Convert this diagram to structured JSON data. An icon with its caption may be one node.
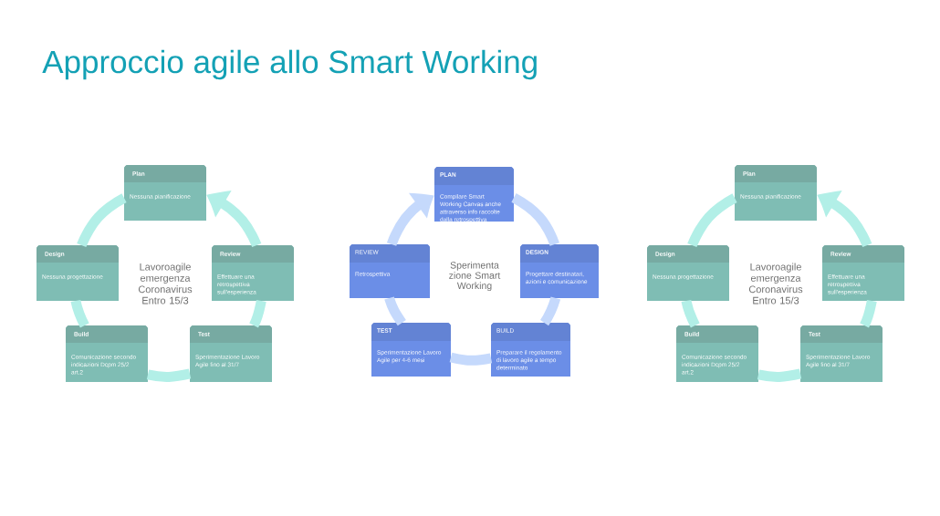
{
  "diagram": {
    "title": "Approccio agile allo Smart Working",
    "nodes": [
      {
        "text": [
          "Plan",
          "Nessuna pianificazione"
        ]
      },
      {
        "text": [
          "Design",
          "Nessuna progettazione"
        ]
      },
      {
        "text": [
          "Review",
          "Effettuare una retrospettiva sull'esperienza"
        ]
      },
      {
        "text": [
          "Build",
          "Comunicazione secondo indicazioni Dcpm 25/2 art.2"
        ]
      },
      {
        "text": [
          "Test",
          "Sperimentazione Lavoro Agile fino al 31/7"
        ]
      },
      {
        "text": [
          "PLAN",
          "Compilare Smart Working Canvas anche attraverso info raccolte dalla retrospettiva"
        ]
      },
      {
        "text": [
          "REVIEW",
          "Retrospettiva"
        ]
      },
      {
        "text": [
          "DESIGN",
          "Progettare destinatari, azioni e comunicazione"
        ]
      },
      {
        "text": [
          "TEST",
          "Sperimentazione Lavoro Agile per 4-6 mesi"
        ]
      },
      {
        "text": [
          "BUILD",
          "Preparare il regolamento di lavoro agile a tempo determinato"
        ]
      },
      {
        "text": [
          "Plan",
          "Nessuna pianificazione"
        ]
      },
      {
        "text": [
          "Design",
          "Nessuna progettazione"
        ]
      },
      {
        "text": [
          "Review",
          "Effettuare una retrospettiva sull'esperienza"
        ]
      },
      {
        "text": [
          "Build",
          "Comunicazione secondo indicazioni Dcpm 25/2 art.2"
        ]
      },
      {
        "text": [
          "Test",
          "Sperimentazione Lavoro Agile fino al 31/7"
        ]
      }
    ],
    "edges": [
      {
        "from": 0,
        "to": 1,
        "arrow": "none"
      },
      {
        "from": 1,
        "to": 3,
        "arrow": "none"
      },
      {
        "from": 3,
        "to": 4,
        "arrow": "none"
      },
      {
        "from": 4,
        "to": 2,
        "arrow": "none"
      },
      {
        "from": 2,
        "to": 0,
        "arrow": "to"
      },
      {
        "from": 5,
        "to": 7,
        "arrow": "none",
        "color": "#c5d9fc"
      },
      {
        "from": 7,
        "to": 9,
        "arrow": "none",
        "color": "#c5d9fc"
      },
      {
        "from": 9,
        "to": 8,
        "arrow": "none",
        "color": "#c5d9fc"
      },
      {
        "from": 8,
        "to": 6,
        "arrow": "none",
        "color": "#c5d9fc"
      },
      {
        "from": 6,
        "to": 5,
        "arrow": "to",
        "color": "#c5d9fc"
      },
      {
        "from": 10,
        "to": 11,
        "arrow": "none"
      },
      {
        "from": 11,
        "to": 13,
        "arrow": "none"
      },
      {
        "from": 13,
        "to": 14,
        "arrow": "none"
      },
      {
        "from": 14,
        "to": 12,
        "arrow": "none"
      },
      {
        "from": 12,
        "to": 10,
        "arrow": "to"
      }
    ],
    "labels": [
      "Lavoroagile emergenza Coronavirus Entro 15/3",
      "Sperimenta zione Smart Working",
      "Lavoroagile emergenza Coronavirus Entro 15/3"
    ]
  }
}
